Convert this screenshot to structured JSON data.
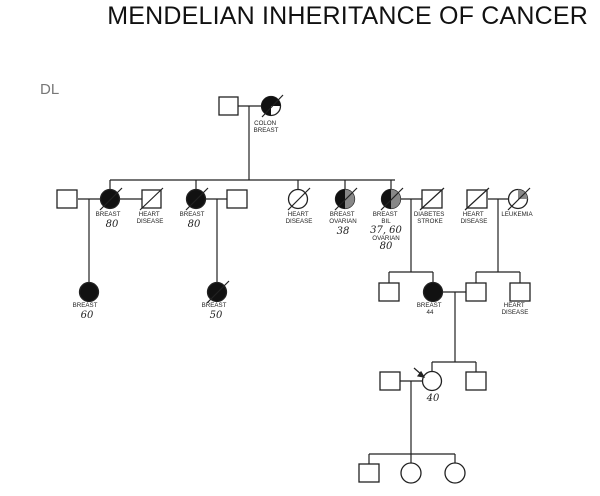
{
  "title": "MENDELIAN INHERITANCE OF CANCER",
  "corner_text": "DL",
  "labels": {
    "gp_female": [
      "COLON",
      "BREAST"
    ],
    "g2_f1": [
      "BREAST"
    ],
    "g2_f1_age": "80",
    "g2_m2": [
      "HEART",
      "DISEASE"
    ],
    "g2_f2": [
      "BREAST"
    ],
    "g2_f2_age": "80",
    "g2_f3": [
      "HEART",
      "DISEASE"
    ],
    "g2_f4": [
      "BREAST",
      "OVARIAN"
    ],
    "g2_f4_age": "38",
    "g2_f5": [
      "BREAST",
      "BIL",
      "37, 60",
      "OVARIAN",
      "80"
    ],
    "g2_m5": [
      "DIABETES",
      "STROKE"
    ],
    "g2_m6": [
      "HEART",
      "DISEASE"
    ],
    "g2_f6": [
      "LEUKEMIA"
    ],
    "g3_f1": [
      "BREAST"
    ],
    "g3_f1_age": "60",
    "g3_f2": [
      "BREAST"
    ],
    "g3_f2_age": "50",
    "g3_f3": [
      "BREAST",
      "44"
    ],
    "g3_m5": [
      "HEART",
      "DISEASE"
    ],
    "proband_age": "40"
  }
}
